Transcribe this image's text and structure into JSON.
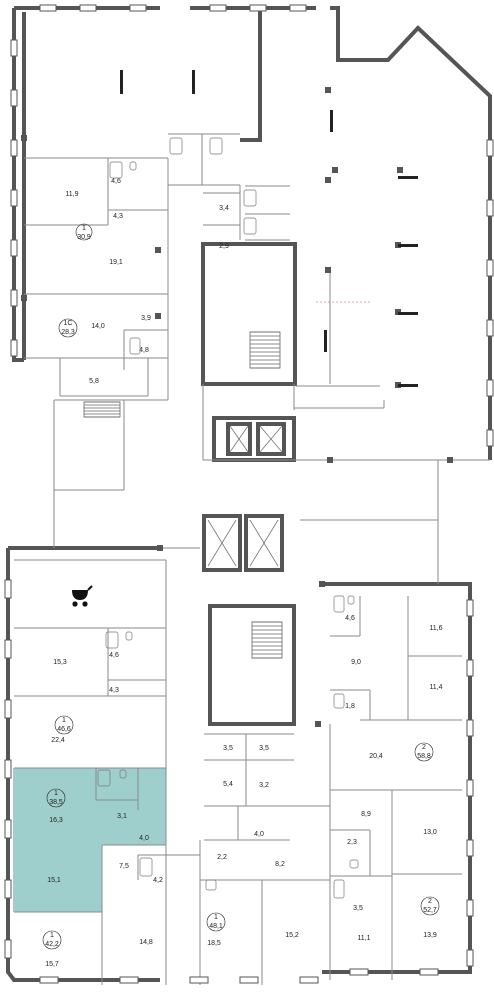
{
  "colors": {
    "wall": "#555555",
    "thin": "#8a8a8a",
    "highlight": "#9fcfcd",
    "background": "#ffffff",
    "text": "#222222"
  },
  "icons": [
    "stroller-icon",
    "stair-icon",
    "elevator-icon"
  ],
  "apartments": [
    {
      "id": "upper-1",
      "rooms": "1",
      "area": "30,9"
    },
    {
      "id": "upper-1c",
      "rooms": "1С",
      "area": "28,3"
    },
    {
      "id": "lower-1-left",
      "rooms": "1",
      "area": "46,6"
    },
    {
      "id": "lower-1-highlight",
      "rooms": "1",
      "area": "38,5",
      "highlighted": true
    },
    {
      "id": "lower-1-bottom-left",
      "rooms": "1",
      "area": "42,2"
    },
    {
      "id": "lower-1-bottom-mid",
      "rooms": "1",
      "area": "48,1"
    },
    {
      "id": "lower-2-right",
      "rooms": "2",
      "area": "58,8"
    },
    {
      "id": "lower-2-bottom-right",
      "rooms": "2",
      "area": "52,7"
    }
  ],
  "room_areas": {
    "r11_9": "11,9",
    "r4_6_a": "4,6",
    "r4_3_a": "4,3",
    "r19_1": "19,1",
    "r3_4": "3,4",
    "r2_9": "2,9",
    "r14_0": "14,0",
    "r3_9": "3,9",
    "r4_8": "4,8",
    "r5_8": "5,8",
    "r15_3": "15,3",
    "r4_6_b": "4,6",
    "r4_3_b": "4,3",
    "r22_4": "22,4",
    "r16_3": "16,3",
    "r3_1": "3,1",
    "r4_0_a": "4,0",
    "r15_1": "15,1",
    "r15_7": "15,7",
    "r7_5": "7,5",
    "r4_2": "4,2",
    "r14_8": "14,8",
    "r2_2": "2,2",
    "r18_5": "18,5",
    "r15_2": "15,2",
    "r8_2": "8,2",
    "r4_0_b": "4,0",
    "r3_5_a": "3,5",
    "r3_5_b": "3,5",
    "r5_4": "5,4",
    "r3_2": "3,2",
    "r4_6_c": "4,6",
    "r11_6": "11,6",
    "r9_0": "9,0",
    "r11_4": "11,4",
    "r1_8": "1,8",
    "r20_4": "20,4",
    "r8_9": "8,9",
    "r13_0": "13,0",
    "r2_3": "2,3",
    "r3_5_c": "3,5",
    "r11_1": "11,1",
    "r13_9": "13,9"
  }
}
